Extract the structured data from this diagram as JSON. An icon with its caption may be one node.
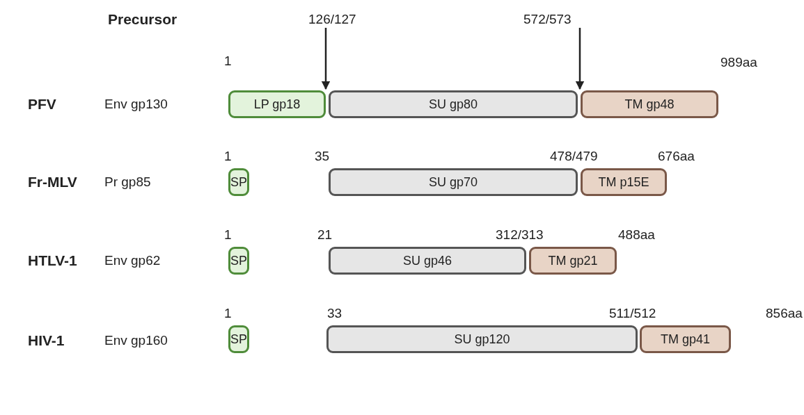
{
  "diagram": {
    "nodes": [
      {
        "text": [
          "126/127"
        ]
      },
      {
        "text": [
          "572/573"
        ]
      },
      {
        "text": [
          "LP gp18"
        ]
      },
      {
        "text": [
          "SU gp80"
        ]
      },
      {
        "text": [
          "TM gp48"
        ]
      },
      {
        "text": [
          "SP"
        ]
      },
      {
        "text": [
          "SU gp70"
        ]
      },
      {
        "text": [
          "TM p15E"
        ]
      },
      {
        "text": [
          "SP"
        ]
      },
      {
        "text": [
          "SU gp46"
        ]
      },
      {
        "text": [
          "TM gp21"
        ]
      },
      {
        "text": [
          "SP"
        ]
      },
      {
        "text": [
          "SU gp120"
        ]
      },
      {
        "text": [
          "TM gp41"
        ]
      }
    ],
    "edges": [
      {
        "from": 0,
        "to": 2,
        "arrow": "to"
      },
      {
        "from": 1,
        "to": 4,
        "arrow": "to"
      }
    ],
    "labels": [
      "Precursor",
      "1",
      "989aa",
      "PFV",
      "Env gp130",
      "1",
      "35",
      "478/479",
      "676aa",
      "Fr-MLV",
      "Pr gp85",
      "1",
      "21",
      "312/313",
      "488aa",
      "HTLV-1",
      "Env gp62",
      "1",
      "33",
      "511/512",
      "856aa",
      "HIV-1",
      "Env gp160"
    ]
  }
}
